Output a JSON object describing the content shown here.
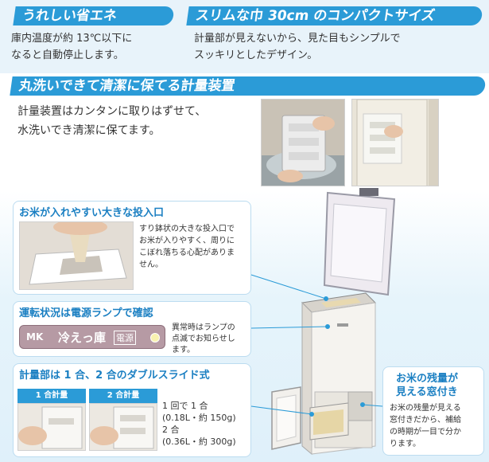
{
  "top_left": {
    "heading": "うれしい省エネ",
    "body": [
      "庫内温度が約 13℃以下に",
      "なると自動停止します。"
    ]
  },
  "top_right": {
    "heading": "スリムな巾 30cm のコンパクトサイズ",
    "body": [
      "計量部が見えないから、見た目もシンプルで",
      "スッキリとしたデザイン。"
    ]
  },
  "wash": {
    "heading": "丸洗いできて清潔に保てる計量装置",
    "body": [
      "計量装置はカンタンに取りはずせて、",
      "水洗いでき清潔に保てます。"
    ]
  },
  "inlet": {
    "title": "お米が入れやすい大きな投入口",
    "body": [
      "すり鉢状の大きな投入口で",
      "お米が入りやすく、周りに",
      "こぼれ落ちる心配がありま",
      "せん。"
    ]
  },
  "lamp": {
    "title": "運転状況は電源ランプで確認",
    "mk": "MK",
    "main": "冷えっ庫",
    "sub": "電源",
    "body": [
      "異常時はランプの",
      "点滅でお知らせし",
      "ます。"
    ]
  },
  "measure": {
    "title": "計量部は 1 合、2 合のダブルスライド式",
    "tag1": "1 合計量",
    "tag2": "2 合計量",
    "body": [
      "1 回で 1 合",
      "(0.18L・約 150g)",
      "2 合",
      "(0.36L・約 300g)"
    ]
  },
  "window": {
    "title": [
      "お米の残量が",
      "見える窓付き"
    ],
    "body": [
      "お米の残量が見える",
      "窓付きだから、補給",
      "の時期が一目で分か",
      "ります。"
    ]
  },
  "colors": {
    "accent": "#2b9bd7",
    "accent_text": "#1a7fc2",
    "band": "#e8f3fa"
  }
}
